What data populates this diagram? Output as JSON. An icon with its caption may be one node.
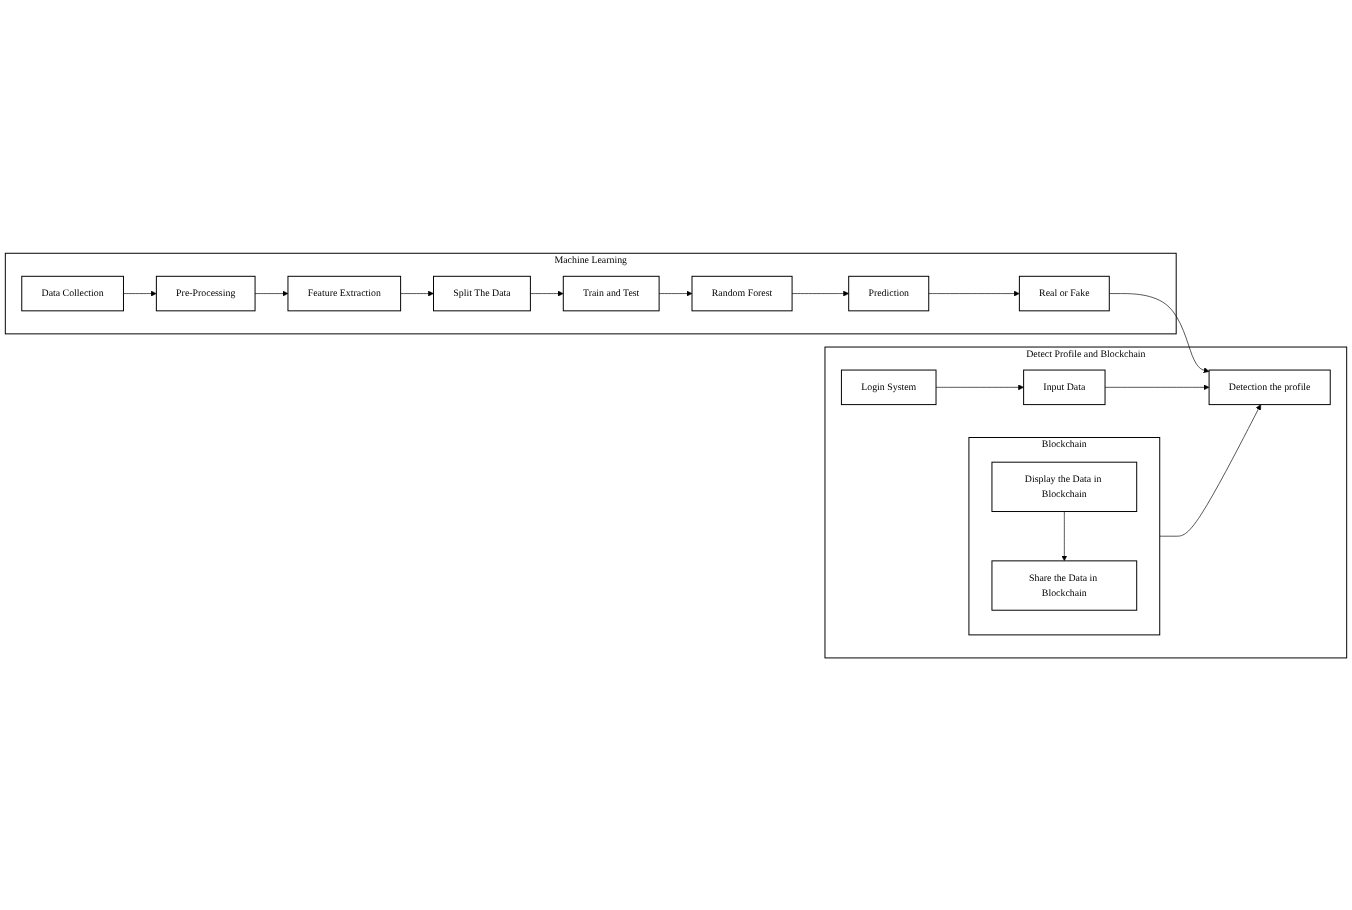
{
  "diagram": {
    "nodes": [
      {
        "text": [
          "Machine Learning"
        ]
      },
      {
        "text": [
          "Data Collection"
        ],
        "in": 0
      },
      {
        "text": [
          "Pre-Processing"
        ],
        "in": 0
      },
      {
        "text": [
          "Feature Extraction"
        ],
        "in": 0
      },
      {
        "text": [
          "Split The Data"
        ],
        "in": 0
      },
      {
        "text": [
          "Real or Fake"
        ],
        "in": 0
      },
      {
        "text": [
          "Prediction"
        ],
        "in": 0
      },
      {
        "text": [
          "Random Forest"
        ],
        "in": 0
      },
      {
        "text": [
          "Train and Test"
        ],
        "in": 0
      },
      {
        "text": [
          "Detect Profile and Blockchain"
        ]
      },
      {
        "text": [
          "Detection the profile"
        ],
        "in": 9
      },
      {
        "text": [
          "Input Data"
        ],
        "in": 9
      },
      {
        "text": [
          "Login System"
        ],
        "in": 9
      },
      {
        "text": [
          "Blockchain"
        ],
        "in": 9
      },
      {
        "text": [
          "Display the Data in Blockchain"
        ],
        "in": 13
      },
      {
        "text": [
          "Share the Data in Blockchain"
        ],
        "in": 13
      }
    ],
    "edges": [
      {
        "from": 1,
        "to": 2,
        "arrow": "to"
      },
      {
        "from": 2,
        "to": 3,
        "arrow": "to"
      },
      {
        "from": 3,
        "to": 4,
        "arrow": "to"
      },
      {
        "from": 4,
        "to": 8,
        "arrow": "to"
      },
      {
        "from": 8,
        "to": 7,
        "arrow": "to"
      },
      {
        "from": 7,
        "to": 6,
        "arrow": "to"
      },
      {
        "from": 6,
        "to": 5,
        "arrow": "to"
      },
      {
        "from": 5,
        "to": 10,
        "arrow": "to"
      },
      {
        "from": 12,
        "to": 11,
        "arrow": "to"
      },
      {
        "from": 11,
        "to": 10,
        "arrow": "to"
      },
      {
        "from": 13,
        "to": 10,
        "arrow": "to"
      },
      {
        "from": 14,
        "to": 15,
        "arrow": "to"
      }
    ]
  }
}
